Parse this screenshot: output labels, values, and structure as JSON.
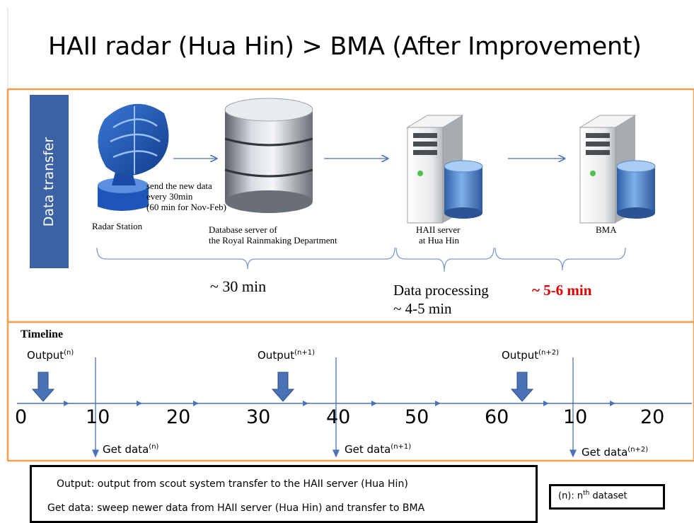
{
  "title": "HAII radar (Hua Hin) > BMA (After Improvement)",
  "sidebar_label": "Data transfer",
  "stations": {
    "radar": "Radar Station",
    "database_line1": "Database server of",
    "database_line2": "the Royal Rainmaking Department",
    "haii_line1": "HAII server",
    "haii_line2": "at Hua Hin",
    "bma": "BMA"
  },
  "send_note": {
    "line1": "send the new data",
    "line2": "every 30min",
    "line3": "(60 min for Nov-Feb)"
  },
  "durations": {
    "transfer": "~ 30 min",
    "processing_line1": "Data processing",
    "processing_line2": "~ 4-5 min",
    "to_bma": "~ 5-6 min"
  },
  "timeline": {
    "title": "Timeline",
    "ticks": [
      "0",
      "10",
      "20",
      "30",
      "40",
      "50",
      "60",
      "10",
      "20"
    ],
    "outputs": [
      {
        "label": "Output",
        "sup": "(n)"
      },
      {
        "label": "Output",
        "sup": "(n+1)"
      },
      {
        "label": "Output",
        "sup": "(n+2)"
      }
    ],
    "get_data": [
      {
        "label": "Get data",
        "sup": "(n)"
      },
      {
        "label": "Get data",
        "sup": "(n+1)"
      },
      {
        "label": "Get data",
        "sup": "(n+2)"
      }
    ]
  },
  "legend": {
    "output_def": "Output: output from scout system transfer to the HAII server (Hua Hin)",
    "getdata_def": "Get data: sweep newer data from HAII server (Hua Hin) and transfer to  BMA",
    "n_prefix": "(n): n",
    "n_sup": "th",
    "n_suffix": " dataset"
  },
  "colors": {
    "frame_orange": "#f0a050",
    "sidebar_blue": "#3d62a3",
    "arrow_blue": "#4a72b6",
    "highlight_red": "#e00000"
  }
}
